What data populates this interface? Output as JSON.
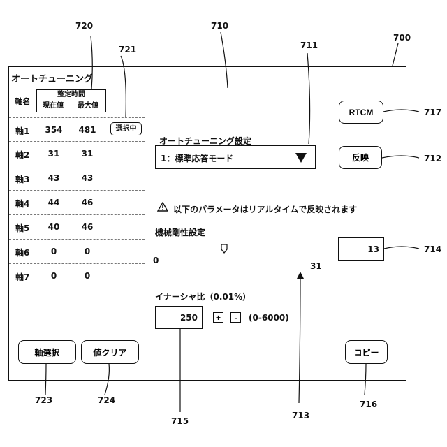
{
  "window": {
    "title": "オートチューニング",
    "ref": "700"
  },
  "refs": {
    "r710": "710",
    "r711": "711",
    "r712": "712",
    "r713": "713",
    "r714": "714",
    "r715": "715",
    "r716": "716",
    "r717": "717",
    "r720": "720",
    "r721": "721",
    "r723": "723",
    "r724": "724"
  },
  "axis_table": {
    "header_axis": "軸名",
    "header_setting_time": "整定時間",
    "header_current": "現在値",
    "header_max": "最大値",
    "selected_badge": "選択中",
    "rows": [
      {
        "name": "軸1",
        "current": "354",
        "max": "481"
      },
      {
        "name": "軸2",
        "current": "31",
        "max": "31"
      },
      {
        "name": "軸3",
        "current": "43",
        "max": "43"
      },
      {
        "name": "軸4",
        "current": "44",
        "max": "46"
      },
      {
        "name": "軸5",
        "current": "40",
        "max": "46"
      },
      {
        "name": "軸6",
        "current": "0",
        "max": "0"
      },
      {
        "name": "軸7",
        "current": "0",
        "max": "0"
      }
    ]
  },
  "buttons": {
    "axis_select": "軸選択",
    "value_clear": "値クリア",
    "rtcm": "RTCM",
    "apply": "反映",
    "copy": "コピー"
  },
  "tuning": {
    "label": "オートチューニング設定",
    "mode_value": "1：標準応答モード"
  },
  "notice": "以下のパラメータはリアルタイムで反映されます",
  "rigidity": {
    "label": "機械剛性設定",
    "min": "0",
    "max": "31",
    "value": "13",
    "value_num": 13,
    "max_num": 31
  },
  "inertia": {
    "label": "イナーシャ比（0.01%）",
    "value": "250",
    "plus": "+",
    "minus": "-",
    "range": "(0-6000)"
  }
}
